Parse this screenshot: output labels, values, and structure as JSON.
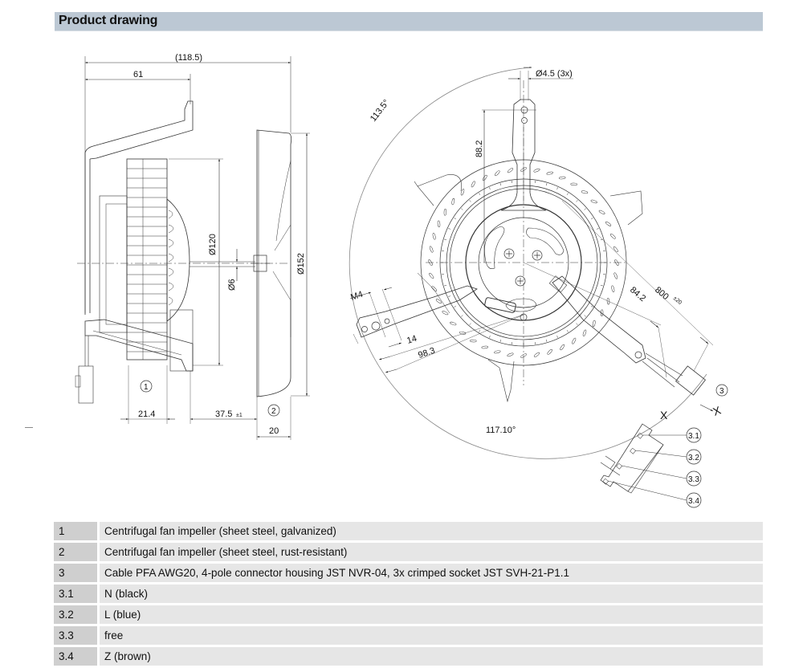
{
  "header": {
    "title": "Product drawing"
  },
  "side_view": {
    "dim_overall_length": "(118.5)",
    "dim_bracket_length": "61",
    "dim_impeller1_diameter": "Ø120",
    "dim_shaft_diameter": "Ø6",
    "dim_impeller2_diameter": "Ø152",
    "dim_impeller1_width": "21.4",
    "dim_gap": "37.5",
    "dim_gap_tolerance": "±1",
    "dim_impeller2_width": "20",
    "callout_1": "1",
    "callout_2": "2"
  },
  "front_view": {
    "dim_hole_diameter": "Ø4.5 (3x)",
    "dim_angle_top": "113.5°",
    "dim_arm_height": "88.2",
    "dim_thread": "M4",
    "dim_arm_width": "14",
    "dim_arm_length": "98.3",
    "dim_angle_bottom": "117.10°",
    "dim_connector_arm": "84.2",
    "dim_cable_length": "800",
    "dim_cable_tolerance": "±20",
    "callout_3": "3",
    "section_label_x1": "X",
    "section_label_x2": "X"
  },
  "connector_detail": {
    "pins": [
      "3.1",
      "3.2",
      "3.3",
      "3.4"
    ]
  },
  "legend": [
    {
      "id": "1",
      "description": "Centrifugal fan impeller (sheet steel, galvanized)"
    },
    {
      "id": "2",
      "description": "Centrifugal fan impeller (sheet steel, rust-resistant)"
    },
    {
      "id": "3",
      "description": "Cable PFA AWG20, 4-pole connector housing JST NVR-04, 3x crimped socket JST SVH-21-P1.1"
    },
    {
      "id": "3.1",
      "description": "N (black)"
    },
    {
      "id": "3.2",
      "description": "L (blue)"
    },
    {
      "id": "3.3",
      "description": "free"
    },
    {
      "id": "3.4",
      "description": "Z (brown)"
    }
  ]
}
